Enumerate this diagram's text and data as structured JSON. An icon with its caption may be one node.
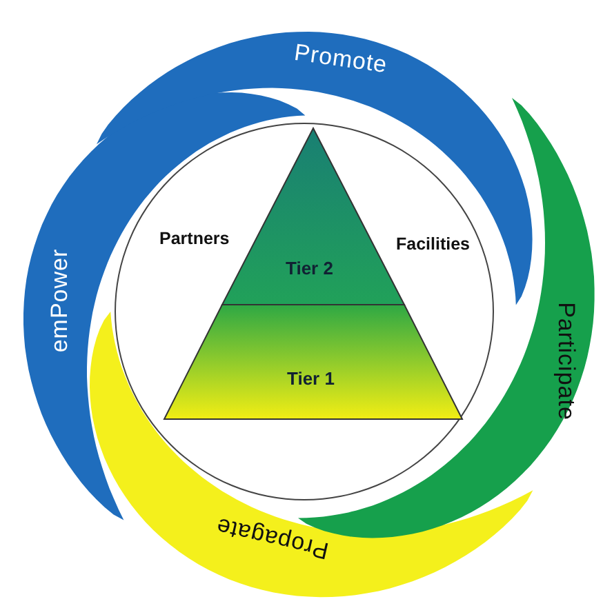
{
  "diagram": {
    "nodes": [
      {
        "text": [
          "Promote"
        ]
      },
      {
        "text": [
          "emPower"
        ]
      },
      {
        "text": [
          "Participate"
        ]
      },
      {
        "text": [
          "Propagate"
        ]
      },
      {
        "text": [
          "Partners",
          "Facilities"
        ]
      },
      {
        "text": [
          "Tier 2"
        ],
        "in": 4
      },
      {
        "text": [
          "Tier 1"
        ],
        "in": 4
      }
    ]
  }
}
